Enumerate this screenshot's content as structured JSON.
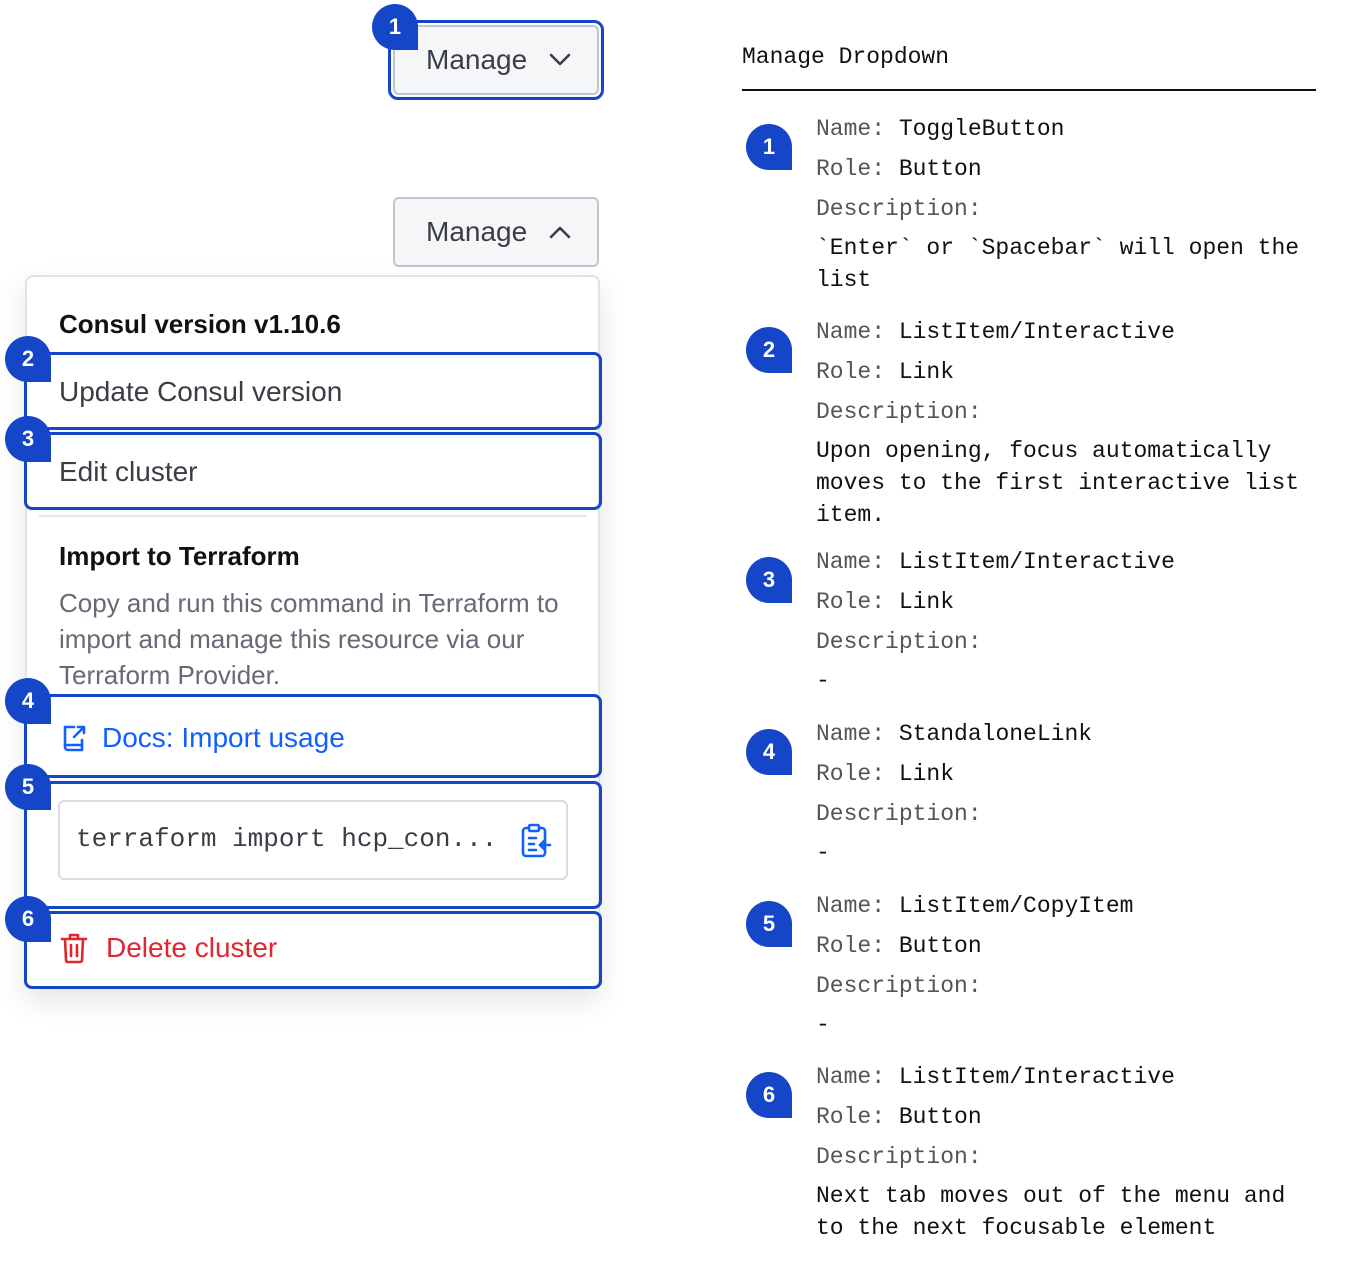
{
  "toggle_button": {
    "label": "Manage"
  },
  "open_button": {
    "label": "Manage"
  },
  "menu": {
    "consul_version_title": "Consul version v1.10.6",
    "update_label": "Update Consul version",
    "edit_label": "Edit cluster",
    "import_title": "Import to Terraform",
    "import_description": "Copy and run this command in Terraform to import and manage this resource via our Terraform Provider.",
    "docs_link_label": "Docs: Import usage",
    "copy_command": "terraform import hcp_con...",
    "delete_label": "Delete cluster"
  },
  "badges": [
    "1",
    "2",
    "3",
    "4",
    "5",
    "6"
  ],
  "spec": {
    "title": "Manage Dropdown",
    "name_key": "Name:",
    "role_key": "Role:",
    "description_key": "Description:",
    "items": [
      {
        "number": "1",
        "name": "ToggleButton",
        "role": "Button",
        "description": "`Enter` or `Spacebar` will open the list"
      },
      {
        "number": "2",
        "name": "ListItem/Interactive",
        "role": "Link",
        "description": "Upon opening, focus automatically moves to the first interactive list item."
      },
      {
        "number": "3",
        "name": "ListItem/Interactive",
        "role": "Link",
        "description": "-"
      },
      {
        "number": "4",
        "name": "StandaloneLink",
        "role": "Link",
        "description": "-"
      },
      {
        "number": "5",
        "name": "ListItem/CopyItem",
        "role": "Button",
        "description": "-"
      },
      {
        "number": "6",
        "name": "ListItem/Interactive",
        "role": "Button",
        "description": "Next tab moves out of the menu and to the next focusable element"
      }
    ]
  },
  "colors": {
    "focus_blue": "#1446c7",
    "link_blue": "#1060ff",
    "danger_red": "#e0262f",
    "muted_text": "#656a76"
  },
  "icons": [
    "chevron-down-icon",
    "chevron-up-icon",
    "external-link-icon",
    "clipboard-copy-icon",
    "trash-icon"
  ]
}
